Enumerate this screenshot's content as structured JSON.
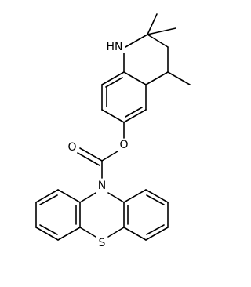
{
  "structure": {
    "atom_labels": {
      "amine": "HN",
      "ester_oxygen": "O",
      "carbonyl_oxygen": "O",
      "ring_nitrogen": "N",
      "sulfur": "S"
    },
    "colors": {
      "bond": "#000000",
      "label": "#000000",
      "background": "#ffffff"
    }
  }
}
